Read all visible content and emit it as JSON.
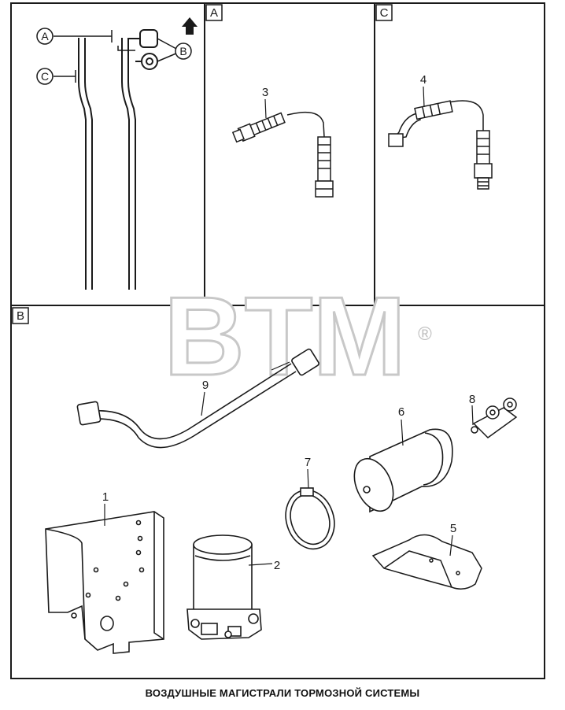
{
  "caption": "ВОЗДУШНЫЕ МАГИСТРАЛИ ТОРМОЗНОЙ СИСТЕМЫ",
  "watermark": {
    "text": "BTM",
    "symbol": "®"
  },
  "panels": {
    "overview": {
      "callouts": [
        "A",
        "B",
        "C"
      ]
    },
    "detail_a": {
      "tag": "A",
      "part_numbers": [
        "3"
      ]
    },
    "detail_c": {
      "tag": "C",
      "part_numbers": [
        "4"
      ]
    },
    "detail_b": {
      "tag": "B",
      "part_numbers": [
        "1",
        "2",
        "5",
        "6",
        "7",
        "8",
        "9"
      ]
    }
  },
  "parts": {
    "p1": "1",
    "p2": "2",
    "p3": "3",
    "p4": "4",
    "p5": "5",
    "p6": "6",
    "p7": "7",
    "p8": "8",
    "p9": "9"
  },
  "colors": {
    "line": "#1a1a1a",
    "watermark": "#c8c8c8",
    "background": "#ffffff"
  }
}
